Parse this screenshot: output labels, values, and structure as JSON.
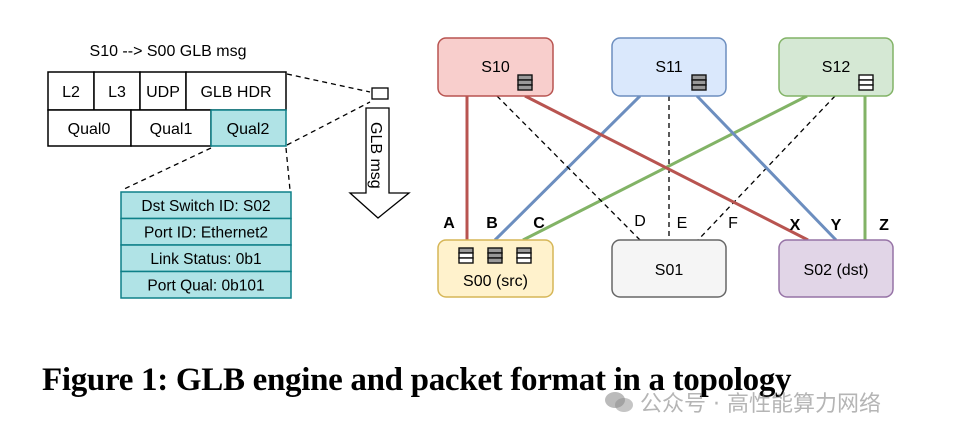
{
  "figure": {
    "caption": "Figure 1: GLB engine and packet format in a topology",
    "watermark": "公众号 · 高性能算力网络"
  },
  "packet": {
    "title": "S10 --> S00 GLB msg",
    "row1": [
      "L2",
      "L3",
      "UDP",
      "GLB HDR"
    ],
    "row2": [
      "Qual0",
      "Qual1",
      "Qual2"
    ],
    "highlighted_field": "Qual2",
    "detail_fields": [
      "Dst Switch ID: S02",
      "Port ID: Ethernet2",
      "Link Status: 0b1",
      "Port Qual: 0b101"
    ],
    "arrow_label": "GLB msg"
  },
  "colors": {
    "red_fill": "#f8cecc",
    "red_stroke": "#b85450",
    "blue_fill": "#dae8fc",
    "blue_stroke": "#6c8ebf",
    "green_fill": "#d5e8d4",
    "green_stroke": "#82b366",
    "yellow_fill": "#fff2cc",
    "yellow_stroke": "#d6b656",
    "gray_fill": "#f5f5f5",
    "gray_stroke": "#666666",
    "purple_fill": "#e1d5e7",
    "purple_stroke": "#9673a6",
    "teal_fill": "#b0e3e6",
    "teal_stroke": "#0e8088",
    "label_red": "#ff0000",
    "label_blue": "#7ea6e0",
    "label_green": "#97d077",
    "queue_full": "#999999",
    "queue_empty": "#ffffff"
  },
  "topology": {
    "spines": [
      {
        "id": "S10",
        "label": "S10",
        "color": "red",
        "queues": [
          [
            1,
            1,
            1
          ]
        ]
      },
      {
        "id": "S11",
        "label": "S11",
        "color": "blue",
        "queues": [
          [
            1,
            1,
            1
          ]
        ]
      },
      {
        "id": "S12",
        "label": "S12",
        "color": "green",
        "queues": [
          [
            0,
            0,
            0
          ]
        ]
      }
    ],
    "leaves": [
      {
        "id": "S00",
        "label": "S00 (src)",
        "color": "yellow",
        "queues": [
          [
            1,
            0,
            0
          ],
          [
            1,
            1,
            1
          ],
          [
            1,
            0,
            0
          ]
        ]
      },
      {
        "id": "S01",
        "label": "S01",
        "color": "gray",
        "queues": []
      },
      {
        "id": "S02",
        "label": "S02 (dst)",
        "color": "purple",
        "queues": []
      }
    ],
    "links": [
      {
        "label": "A",
        "from": "S10",
        "to": "S00",
        "style": "solid",
        "color": "red"
      },
      {
        "label": "B",
        "from": "S11",
        "to": "S00",
        "style": "solid",
        "color": "blue"
      },
      {
        "label": "C",
        "from": "S12",
        "to": "S00",
        "style": "solid",
        "color": "green"
      },
      {
        "label": "D",
        "from": "S10",
        "to": "S01",
        "style": "dashed",
        "color": "black"
      },
      {
        "label": "E",
        "from": "S11",
        "to": "S01",
        "style": "dashed",
        "color": "black"
      },
      {
        "label": "F",
        "from": "S12",
        "to": "S01",
        "style": "dashed",
        "color": "black"
      },
      {
        "label": "X",
        "from": "S10",
        "to": "S02",
        "style": "solid",
        "color": "red"
      },
      {
        "label": "Y",
        "from": "S11",
        "to": "S02",
        "style": "solid",
        "color": "blue"
      },
      {
        "label": "Z",
        "from": "S12",
        "to": "S02",
        "style": "solid",
        "color": "green"
      }
    ]
  }
}
